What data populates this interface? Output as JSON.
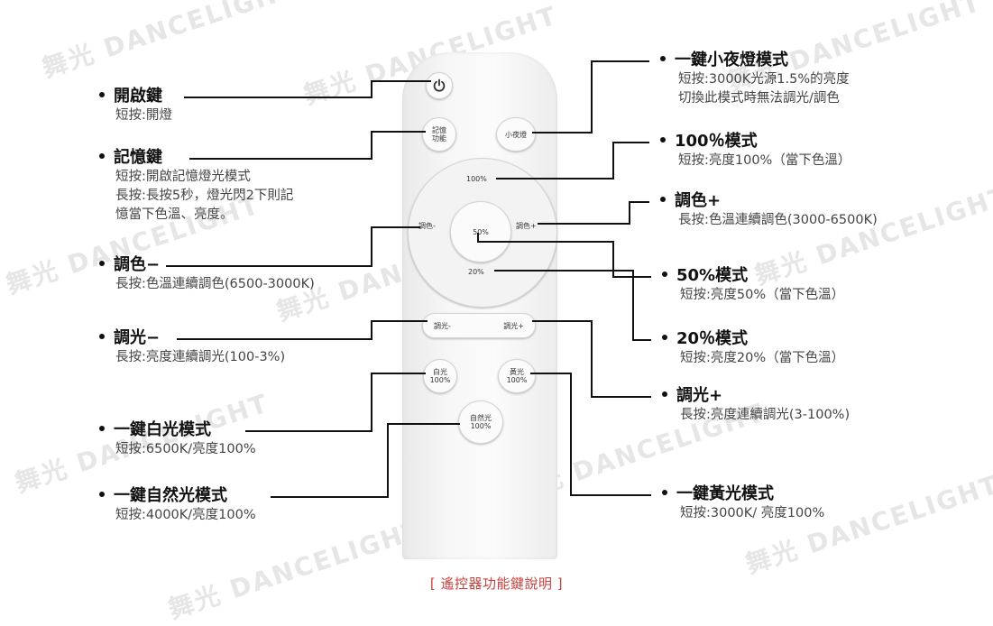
{
  "watermark_text": "舞光 DANCELIGHT",
  "remote": {
    "buttons": {
      "memory": [
        "記憶",
        "功能"
      ],
      "night": "小夜燈",
      "pct100": "100%",
      "pct50": "50%",
      "pct20": "20%",
      "color_minus": "調色-",
      "color_plus": "調色+",
      "dim_minus": "調光-",
      "dim_plus": "調光+",
      "white": [
        "白光",
        "100%"
      ],
      "yellow": [
        "黃光",
        "100%"
      ],
      "natural": [
        "自然光",
        "100%"
      ]
    }
  },
  "callouts": {
    "power": {
      "title": "開啟鍵",
      "lines": [
        "短按:開燈"
      ]
    },
    "memory": {
      "title": "記憶鍵",
      "lines": [
        "短按:開啟記憶燈光模式",
        "長按:長按5秒，燈光閃2下則記",
        "憶當下色溫、亮度。"
      ]
    },
    "color_minus": {
      "title": "調色−",
      "lines": [
        "長按:色溫連續調色(6500-3000K)"
      ]
    },
    "dim_minus": {
      "title": "調光−",
      "lines": [
        "長按:亮度連續調光(100-3%)"
      ]
    },
    "white": {
      "title": "一鍵白光模式",
      "lines": [
        "短按:6500K/亮度100%"
      ]
    },
    "natural": {
      "title": "一鍵自然光模式",
      "lines": [
        "短按:4000K/亮度100%"
      ]
    },
    "night": {
      "title": "一鍵小夜燈模式",
      "lines": [
        "短按:3000K光源1.5%的亮度",
        "切換此模式時無法調光/調色"
      ]
    },
    "pct100": {
      "title": "100％模式",
      "lines": [
        "短按:亮度100%（當下色溫）"
      ]
    },
    "color_plus": {
      "title": "調色+",
      "lines": [
        "長按:色溫連續調色(3000-6500K)"
      ]
    },
    "pct50": {
      "title": "50%模式",
      "lines": [
        "短按:亮度50%（當下色溫）"
      ]
    },
    "pct20": {
      "title": "20％模式",
      "lines": [
        "短按:亮度20%（當下色溫）"
      ]
    },
    "dim_plus": {
      "title": "調光+",
      "lines": [
        "長按:亮度連續調光(3-100%)"
      ]
    },
    "yellow": {
      "title": "一鍵黃光模式",
      "lines": [
        "短按:3000K/ 亮度100%"
      ]
    }
  },
  "caption": "[ 遙控器功能鍵說明 ]"
}
